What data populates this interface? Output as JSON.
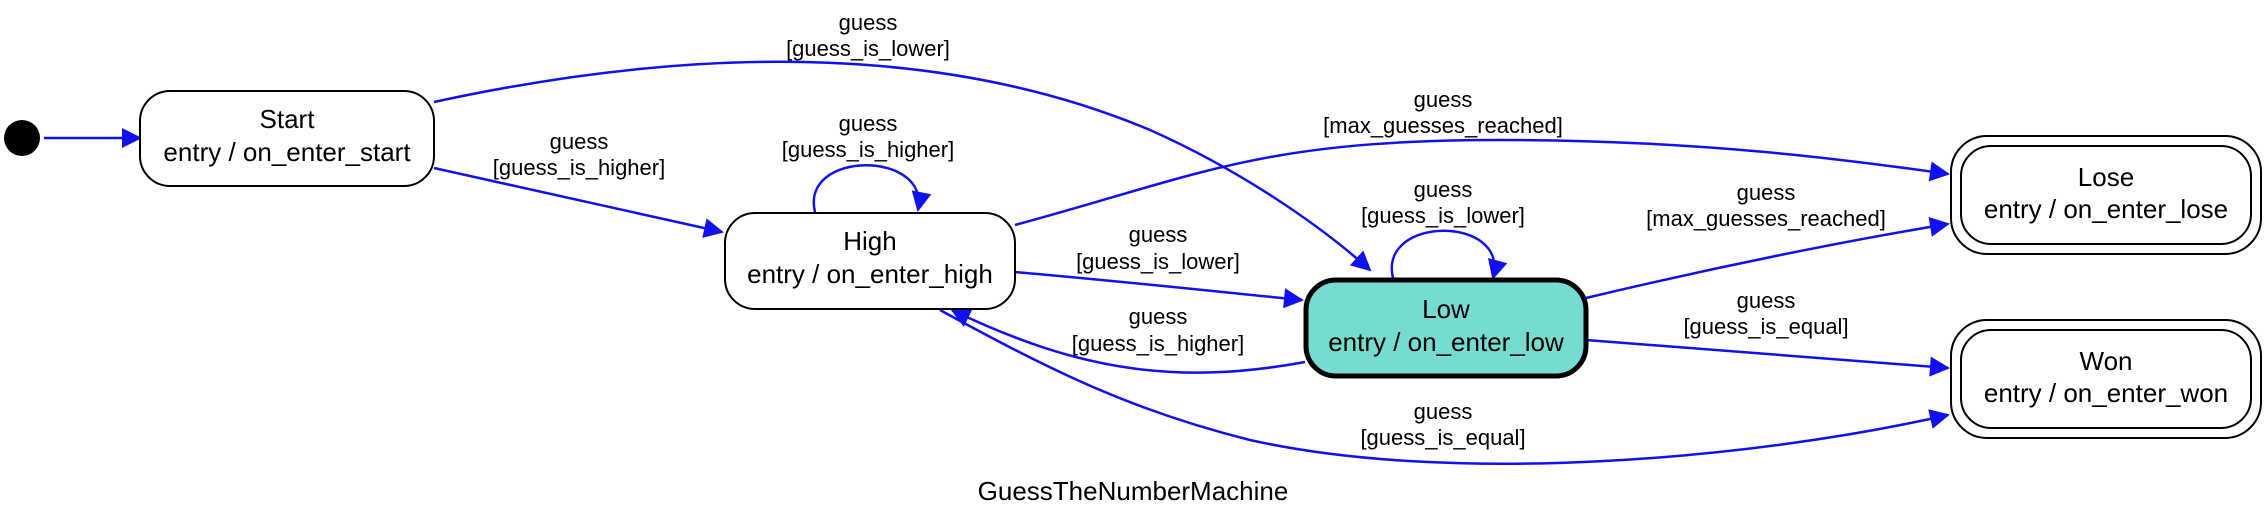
{
  "diagram": {
    "title": "GuessTheNumberMachine",
    "colors": {
      "edge": "#1010f0",
      "active_fill": "#76dcd0",
      "node_stroke": "#000000",
      "initial": "#000000"
    },
    "states": {
      "start": {
        "name": "Start",
        "entry": "entry / on_enter_start"
      },
      "high": {
        "name": "High",
        "entry": "entry / on_enter_high"
      },
      "low": {
        "name": "Low",
        "entry": "entry / on_enter_low",
        "active": true
      },
      "lose": {
        "name": "Lose",
        "entry": "entry / on_enter_lose",
        "final": true
      },
      "won": {
        "name": "Won",
        "entry": "entry / on_enter_won",
        "final": true
      }
    },
    "transitions": [
      {
        "id": "t1",
        "from": "start",
        "to": "low",
        "event": "guess",
        "guard": "[guess_is_lower]"
      },
      {
        "id": "t2",
        "from": "start",
        "to": "high",
        "event": "guess",
        "guard": "[guess_is_higher]"
      },
      {
        "id": "t3",
        "from": "high",
        "to": "high",
        "event": "guess",
        "guard": "[guess_is_higher]"
      },
      {
        "id": "t4",
        "from": "high",
        "to": "lose",
        "event": "guess",
        "guard": "[max_guesses_reached]"
      },
      {
        "id": "t5",
        "from": "high",
        "to": "low",
        "event": "guess",
        "guard": "[guess_is_lower]"
      },
      {
        "id": "t6",
        "from": "low",
        "to": "low",
        "event": "guess",
        "guard": "[guess_is_lower]"
      },
      {
        "id": "t7",
        "from": "low",
        "to": "high",
        "event": "guess",
        "guard": "[guess_is_higher]"
      },
      {
        "id": "t8",
        "from": "low",
        "to": "lose",
        "event": "guess",
        "guard": "[max_guesses_reached]"
      },
      {
        "id": "t9",
        "from": "low",
        "to": "won",
        "event": "guess",
        "guard": "[guess_is_equal]"
      },
      {
        "id": "t10",
        "from": "high",
        "to": "won",
        "event": "guess",
        "guard": "[guess_is_equal]"
      }
    ]
  }
}
